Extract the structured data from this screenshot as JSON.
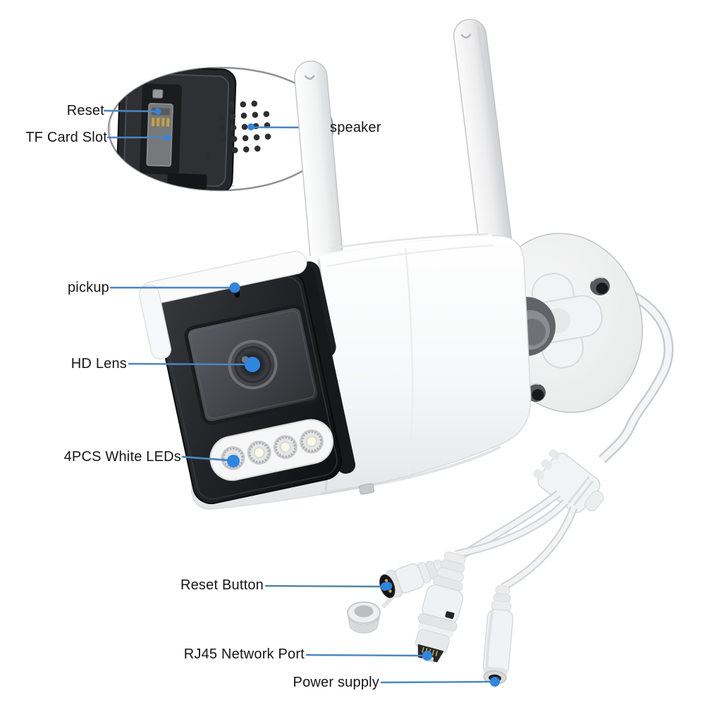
{
  "figure": {
    "kind": "product-callout-diagram",
    "background": "#ffffff"
  },
  "annotations": [
    {
      "id": "reset",
      "label": "Reset"
    },
    {
      "id": "tf-card-slot",
      "label": "TF Card Slot"
    },
    {
      "id": "speaker",
      "label": "speaker"
    },
    {
      "id": "pickup",
      "label": "pickup"
    },
    {
      "id": "hd-lens",
      "label": "HD Lens"
    },
    {
      "id": "white-leds",
      "label": "4PCS White LEDs"
    },
    {
      "id": "reset-button",
      "label": "Reset Button"
    },
    {
      "id": "rj45-port",
      "label": "RJ45 Network Port"
    },
    {
      "id": "power-supply",
      "label": "Power supply"
    }
  ],
  "colors": {
    "callout_line": "#4a86c2",
    "callout_line_teal": "#4d84a4",
    "callout_dot": "#2e86e0",
    "label_text": "#161616",
    "camera_face": "#1c1d20",
    "body_white": "#f7f8f9"
  }
}
